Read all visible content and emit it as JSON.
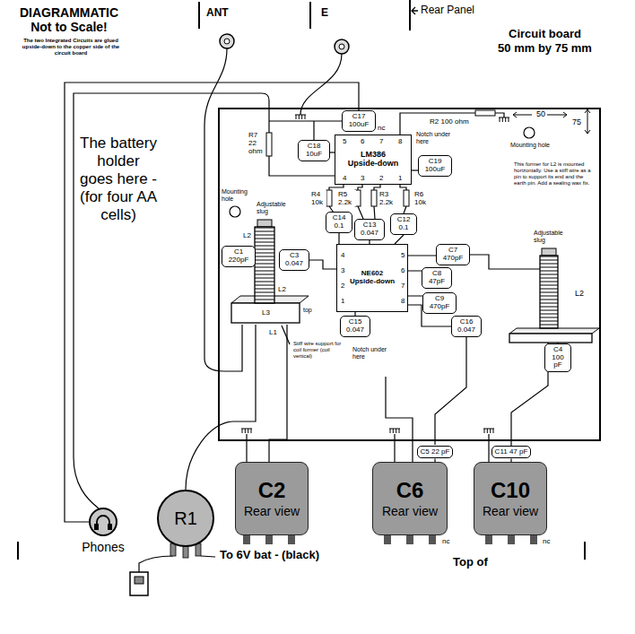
{
  "diagram": {
    "title": "DIAGRAMMATIC Not to Scale!",
    "nodes": [
      {
        "text": [
          "Circuit board",
          "50 mm by 75 mm"
        ]
      },
      {
        "text": [
          "C17 100uF"
        ],
        "in": 0
      },
      {
        "text": [
          "C18 10uF"
        ],
        "in": 0
      },
      {
        "text": [
          "LM386 Upside-down"
        ],
        "in": 0
      },
      {
        "text": [
          "C19 100uF"
        ],
        "in": 0
      },
      {
        "text": [
          "C14 0.1"
        ],
        "in": 0
      },
      {
        "text": [
          "C13 0.047"
        ],
        "in": 0
      },
      {
        "text": [
          "C12 0.1"
        ],
        "in": 0
      },
      {
        "text": [
          "C1 220pF"
        ],
        "in": 0
      },
      {
        "text": [
          "C3 0.047"
        ],
        "in": 0
      },
      {
        "text": [
          "NE602 Upside-down"
        ],
        "in": 0
      },
      {
        "text": [
          "C7 470pF"
        ],
        "in": 0
      },
      {
        "text": [
          "C8 47pF"
        ],
        "in": 0
      },
      {
        "text": [
          "C9 470pF"
        ],
        "in": 0
      },
      {
        "text": [
          "C15 0.047"
        ],
        "in": 0
      },
      {
        "text": [
          "C16 0.047"
        ],
        "in": 0
      },
      {
        "text": [
          "C4 100 pF"
        ],
        "in": 0
      },
      {
        "text": [
          "C2",
          "Rear view"
        ]
      },
      {
        "text": [
          "C6",
          "Rear view"
        ]
      },
      {
        "text": [
          "C10",
          "Rear view"
        ]
      },
      {
        "text": [
          "C5 22 pF"
        ]
      },
      {
        "text": [
          "C11 47 pF"
        ]
      },
      {
        "text": [
          "Phones"
        ]
      },
      {
        "text": [
          "R1"
        ]
      }
    ],
    "edges": [
      {
        "from": 22,
        "to": 1,
        "arrow": "none"
      },
      {
        "from": 18,
        "to": 20,
        "arrow": "none"
      },
      {
        "from": 19,
        "to": 21,
        "arrow": "none"
      }
    ],
    "labels": [
      "The two Integrated Circuits are glued upside-down to the copper side of the circuit board",
      "ANT",
      "E",
      "Rear Panel",
      "The battery holder goes here - (for four AA cells)",
      "R2 100 ohm",
      "nc",
      "R7 22 ohm",
      "5",
      "6",
      "7",
      "8",
      "4",
      "3",
      "2",
      "1",
      "Notch under here",
      "R4 10k",
      "R5 2.2k",
      "R3 2.2k",
      "R6 10k",
      "Mounting hole",
      "Adjustable slug",
      "L2",
      "L3",
      "L2",
      "top",
      "L1",
      "Stiff wire support for coil former (coil vertical)",
      "4",
      "3",
      "2",
      "1",
      "5",
      "6",
      "7",
      "8",
      "Notch under here",
      "50",
      "75",
      "Mounting hole",
      "This former for L2 is mounted horizontally. Use a stiff wire as a pin to support its end and the earth pin. Add a sealing wax fix.",
      "Adjustable slug",
      "L2",
      "nc",
      "nc",
      "To 6V bat - (black)",
      "Top of"
    ]
  }
}
